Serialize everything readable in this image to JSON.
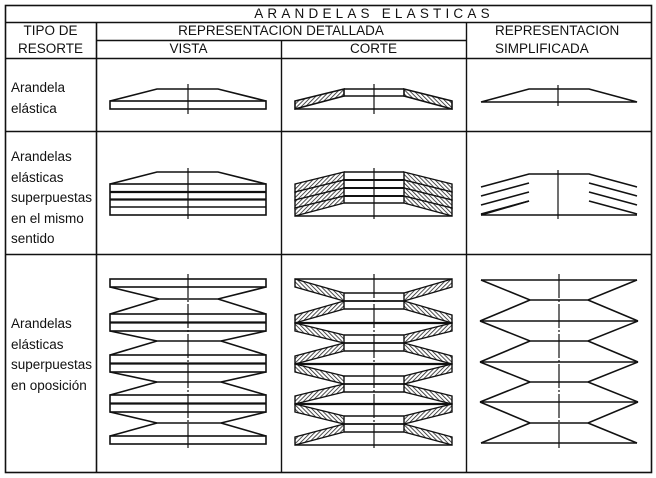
{
  "table": {
    "title": "ARANDELAS ELASTICAS",
    "headers": {
      "tipo_line1": "TIPO DE",
      "tipo_line2": "RESORTE",
      "detallada": "REPRESENTACION DETALLADA",
      "vista": "VISTA",
      "corte": "CORTE",
      "simplificada_line1": "REPRESENTACION",
      "simplificada_line2": "SIMPLIFICADA"
    },
    "rows": [
      {
        "label_lines": [
          "Arandela",
          "elástica"
        ],
        "drawings": {
          "vista": "single-washer-view",
          "corte": "single-washer-section",
          "simplificada": "single-washer-simplified"
        }
      },
      {
        "label_lines": [
          "Arandelas",
          "elásticas",
          "superpuestas",
          "en el mismo",
          "sentido"
        ],
        "drawings": {
          "vista": "stacked-same-direction-view",
          "corte": "stacked-same-direction-section",
          "simplificada": "stacked-same-direction-simplified"
        }
      },
      {
        "label_lines": [
          "Arandelas",
          "elásticas",
          "superpuestas",
          "en oposición"
        ],
        "drawings": {
          "vista": "stacked-opposed-view",
          "corte": "stacked-opposed-section",
          "simplificada": "stacked-opposed-simplified"
        }
      }
    ]
  },
  "colors": {
    "line": "#111111",
    "background": "#ffffff",
    "hatch": "#222222"
  }
}
